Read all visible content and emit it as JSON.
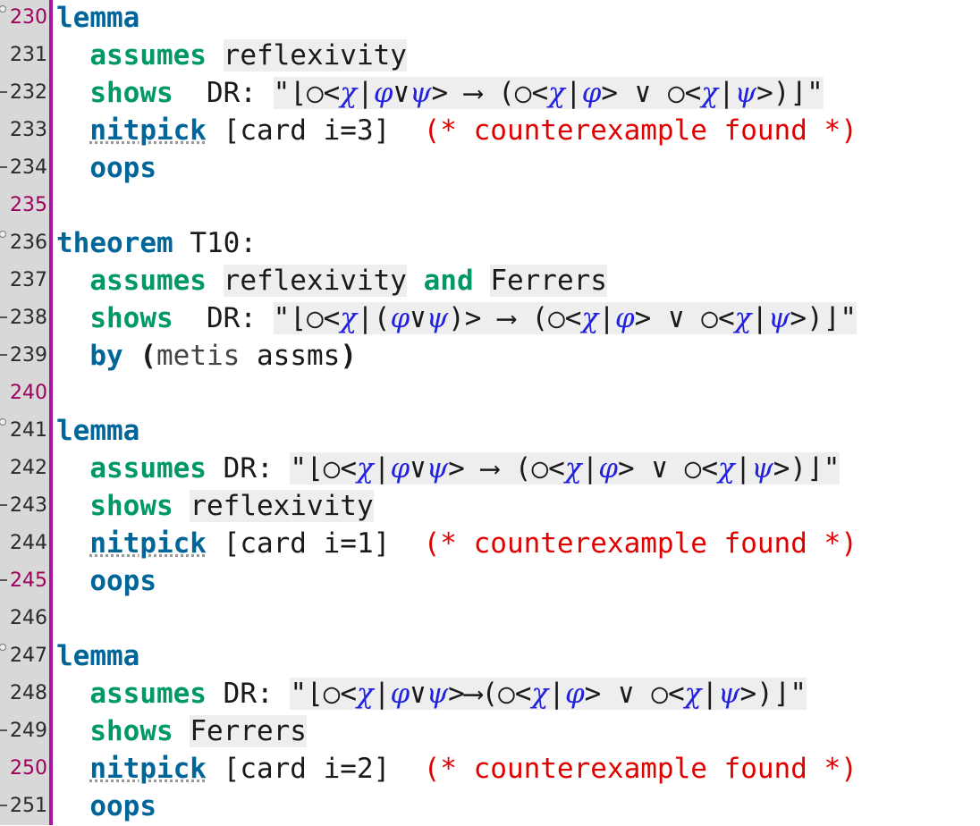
{
  "lines": [
    {
      "n": "230",
      "mark": "fold",
      "num_color": "magenta",
      "seg": [
        "lemma"
      ]
    },
    {
      "n": "231",
      "mark": "none",
      "num_color": "default",
      "seg": [
        "assumes",
        "reflexivity"
      ]
    },
    {
      "n": "232",
      "mark": "tick",
      "num_color": "default",
      "seg": [
        "shows",
        "DR:",
        "\"⌊○<",
        "χ",
        "|",
        "φ",
        "∨",
        "ψ",
        "> ⟶ (○<",
        "χ",
        "|",
        "φ",
        "> ∨ ○<",
        "χ",
        "|",
        "ψ",
        ">)⌋\""
      ]
    },
    {
      "n": "233",
      "mark": "none",
      "num_color": "default",
      "seg": [
        "nitpick",
        "[card i=3]",
        "(* counterexample found *)"
      ]
    },
    {
      "n": "234",
      "mark": "tick",
      "num_color": "default",
      "seg": [
        "oops"
      ]
    },
    {
      "n": "235",
      "mark": "none",
      "num_color": "magenta",
      "seg": []
    },
    {
      "n": "236",
      "mark": "fold",
      "num_color": "default",
      "seg": [
        "theorem",
        "T10:"
      ]
    },
    {
      "n": "237",
      "mark": "none",
      "num_color": "default",
      "seg": [
        "assumes",
        "reflexivity",
        "and",
        "Ferrers"
      ]
    },
    {
      "n": "238",
      "mark": "tick",
      "num_color": "default",
      "seg": [
        "shows",
        "DR:",
        "\"⌊○<",
        "χ",
        "|(",
        "φ",
        "∨",
        "ψ",
        ")> ⟶ (○<",
        "χ",
        "|",
        "φ",
        "> ∨ ○<",
        "χ",
        "|",
        "ψ",
        ">)⌋\""
      ]
    },
    {
      "n": "239",
      "mark": "tick",
      "num_color": "default",
      "seg": [
        "by",
        "(",
        "metis",
        " assms",
        ")"
      ]
    },
    {
      "n": "240",
      "mark": "none",
      "num_color": "magenta",
      "seg": []
    },
    {
      "n": "241",
      "mark": "fold",
      "num_color": "default",
      "seg": [
        "lemma"
      ]
    },
    {
      "n": "242",
      "mark": "none",
      "num_color": "default",
      "seg": [
        "assumes",
        "DR:",
        "\"⌊○<",
        "χ",
        "|",
        "φ",
        "∨",
        "ψ",
        "> ⟶ (○<",
        "χ",
        "|",
        "φ",
        "> ∨ ○<",
        "χ",
        "|",
        "ψ",
        ">)⌋\""
      ]
    },
    {
      "n": "243",
      "mark": "tick",
      "num_color": "default",
      "seg": [
        "shows",
        "reflexivity"
      ]
    },
    {
      "n": "244",
      "mark": "none",
      "num_color": "default",
      "seg": [
        "nitpick",
        "[card i=1]",
        "(* counterexample found *)"
      ]
    },
    {
      "n": "245",
      "mark": "tick",
      "num_color": "magenta",
      "seg": [
        "oops"
      ]
    },
    {
      "n": "246",
      "mark": "none",
      "num_color": "default",
      "seg": []
    },
    {
      "n": "247",
      "mark": "fold",
      "num_color": "default",
      "seg": [
        "lemma"
      ]
    },
    {
      "n": "248",
      "mark": "none",
      "num_color": "default",
      "seg": [
        "assumes",
        "DR:",
        "\"⌊○<",
        "χ",
        "|",
        "φ",
        "∨",
        "ψ",
        ">⟶(○<",
        "χ",
        "|",
        "φ",
        "> ∨ ○<",
        "χ",
        "|",
        "ψ",
        ">)⌋\""
      ]
    },
    {
      "n": "249",
      "mark": "tick",
      "num_color": "default",
      "seg": [
        "shows",
        "Ferrers"
      ]
    },
    {
      "n": "250",
      "mark": "none",
      "num_color": "magenta",
      "seg": [
        "nitpick",
        "[card i=2]",
        "(* counterexample found *)"
      ]
    },
    {
      "n": "251",
      "mark": "tick",
      "num_color": "default",
      "seg": [
        "oops"
      ]
    }
  ],
  "colors": {
    "gutter_border": "#a8149d",
    "keyword_blue": "#006699",
    "keyword_green": "#009966",
    "comment": "#e00000",
    "variable": "#2222dd",
    "line_number_magenta": "#a0005e"
  }
}
